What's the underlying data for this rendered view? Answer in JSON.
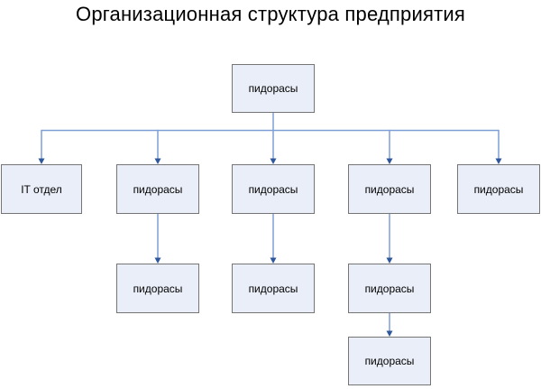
{
  "title": "Организационная структура предприятия",
  "colors": {
    "background": "#ffffff",
    "box_fill": "#eaeef8",
    "box_border": "#757575",
    "connector_line": "#7e9fd6",
    "arrowhead": "#2d569c",
    "text": "#000000"
  },
  "org_chart": {
    "root": {
      "label": "пидорасы"
    },
    "departments": [
      {
        "label": "IT отдел",
        "children": []
      },
      {
        "label": "пидорасы",
        "children": [
          {
            "label": "пидорасы",
            "children": []
          }
        ]
      },
      {
        "label": "пидорасы",
        "children": [
          {
            "label": "пидорасы",
            "children": []
          }
        ]
      },
      {
        "label": "пидорасы",
        "children": [
          {
            "label": "пидорасы",
            "children": [
              {
                "label": "пидорасы",
                "children": []
              }
            ]
          }
        ]
      },
      {
        "label": "пидорасы",
        "children": []
      }
    ]
  }
}
